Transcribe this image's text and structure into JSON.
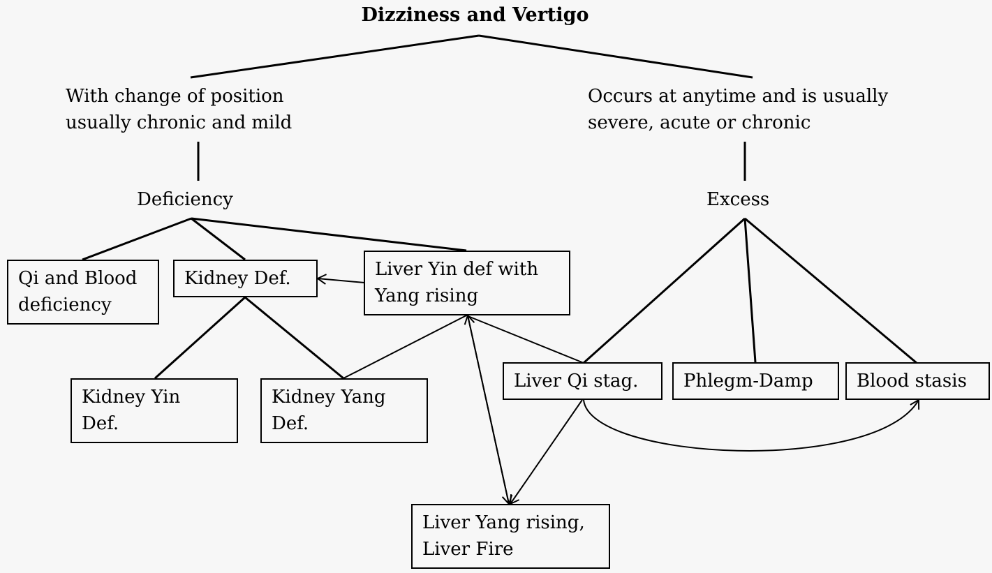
{
  "title": "Dizziness and Vertigo",
  "left_branch": {
    "description": [
      "With change of position",
      "usually chronic and mild"
    ],
    "category": "Deficiency"
  },
  "right_branch": {
    "description": [
      "Occurs at anytime and is usually",
      "severe, acute or chronic"
    ],
    "category": "Excess"
  },
  "nodes": {
    "qi_blood": [
      "Qi and Blood",
      "deficiency"
    ],
    "kidney_def": [
      "Kidney Def."
    ],
    "liver_yin": [
      "Liver Yin def with",
      "Yang rising"
    ],
    "kidney_yin": [
      "Kidney Yin",
      "Def."
    ],
    "kidney_yang": [
      "Kidney Yang",
      "Def."
    ],
    "liver_qi": [
      "Liver Qi stag."
    ],
    "phlegm": [
      "Phlegm-Damp"
    ],
    "blood_stasis": [
      "Blood stasis"
    ],
    "liver_fire": [
      "Liver Yang rising,",
      "Liver Fire"
    ]
  }
}
